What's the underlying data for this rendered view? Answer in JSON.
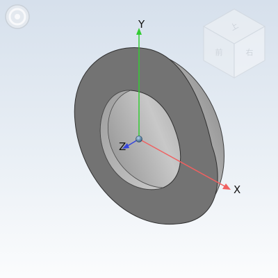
{
  "viewer": {
    "home_icon": "home-view-icon"
  },
  "axes": {
    "x": {
      "label": "X",
      "color": "#f06060"
    },
    "y": {
      "label": "Y",
      "color": "#33cc33"
    },
    "z": {
      "label": "Z",
      "color": "#3344dd"
    }
  },
  "view_cube": {
    "top_label": "上",
    "front_label": "前",
    "right_label": "右"
  },
  "model": {
    "name": "washer",
    "face_color": "#737373",
    "edge_color": "#a8a8a8"
  }
}
